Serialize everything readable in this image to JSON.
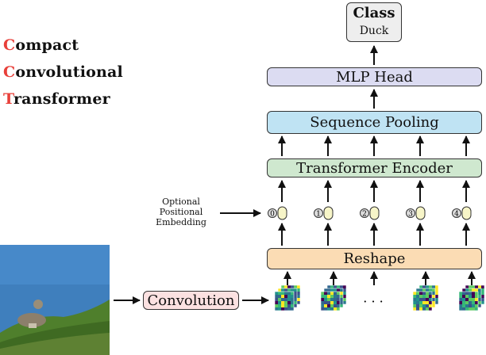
{
  "title": {
    "lines": [
      {
        "first": "C",
        "rest": "ompact"
      },
      {
        "first": "C",
        "rest": "onvolutional"
      },
      {
        "first": "T",
        "rest": "ransformer"
      }
    ]
  },
  "boxes": {
    "class_title": "Class",
    "class_value": "Duck",
    "mlp_head": "MLP Head",
    "sequence_pooling": "Sequence Pooling",
    "transformer_encoder": "Transformer Encoder",
    "reshape": "Reshape",
    "convolution": "Convolution"
  },
  "positional": {
    "label_lines": [
      "Optional",
      "Positional",
      "Embedding"
    ],
    "indices": [
      "0",
      "1",
      "2",
      "3",
      "4"
    ]
  },
  "ellipsis": "· · ·",
  "colors": {
    "title_accent": "#e8403a",
    "mlp_head": "#dcdcf2",
    "sequence_pooling": "#bfe3f3",
    "transformer_encoder": "#cfe8cf",
    "reshape": "#fbdcb4",
    "convolution": "#fbe1e1",
    "token": "#f7f5c8",
    "class": "#eeeeee"
  }
}
